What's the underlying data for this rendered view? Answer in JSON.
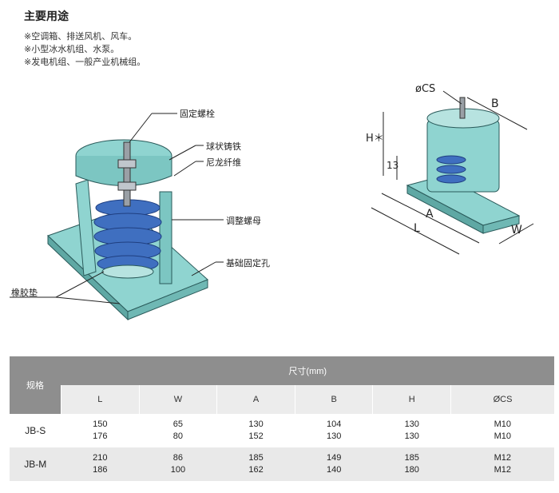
{
  "title": "主要用途",
  "uses": [
    "※空调箱、排送风机、风车。",
    "※小型冰水机组、水泵。",
    "※发电机组、一般产业机械组。"
  ],
  "callouts": {
    "bolt": "固定螺栓",
    "cast_iron": "球状铸铁",
    "nylon": "尼龙纤维",
    "nut": "调整螺母",
    "hole": "基础固定孔",
    "pad": "橡胶垫"
  },
  "dims": {
    "cs": "øCS",
    "b": "B",
    "h": "H＊",
    "d13": "13",
    "a": "A",
    "l": "L",
    "w": "W"
  },
  "colors": {
    "body": "#8fd4d0",
    "spring": "#3f6fc0",
    "header": "#8e8e8e"
  },
  "table": {
    "model_header": "规格",
    "size_header": "尺寸(mm)",
    "columns": [
      "L",
      "W",
      "A",
      "B",
      "H",
      "ØCS"
    ],
    "rows": [
      {
        "model": "JB-S",
        "cells": [
          [
            "150",
            "176"
          ],
          [
            "65",
            "80"
          ],
          [
            "130",
            "152"
          ],
          [
            "104",
            "130"
          ],
          [
            "130",
            "130"
          ],
          [
            "M10",
            "M10"
          ]
        ]
      },
      {
        "model": "JB-M",
        "cells": [
          [
            "210",
            "186"
          ],
          [
            "86",
            "100"
          ],
          [
            "185",
            "162"
          ],
          [
            "149",
            "140"
          ],
          [
            "185",
            "180"
          ],
          [
            "M12",
            "M12"
          ]
        ]
      }
    ]
  }
}
